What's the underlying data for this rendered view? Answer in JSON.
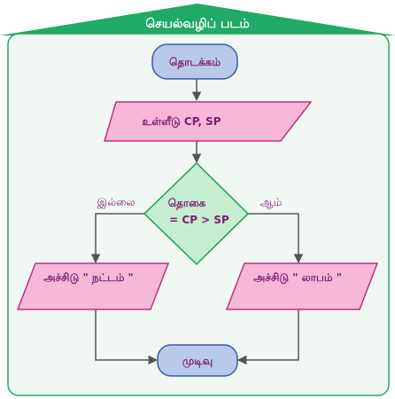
{
  "title": "செயல்வழிப் படம்",
  "colors": {
    "frame_green": "#1faa66",
    "panel_bg": "#f1f8f3",
    "terminal_fill": "#b9c9ea",
    "terminal_stroke": "#3a5aa6",
    "io_fill": "#f7b8d8",
    "io_stroke": "#c0307e",
    "decision_fill": "#c6ecd2",
    "decision_stroke": "#1f9a55",
    "text": "#7a1f6f",
    "arrow": "#555555"
  },
  "nodes": {
    "start": {
      "label": "தொடக்கம்",
      "shape": "terminal"
    },
    "input": {
      "label": "உள்ளீடு CP, SP",
      "shape": "parallelogram"
    },
    "decision": {
      "line1": "தொகை",
      "line2": "= CP > SP",
      "shape": "diamond"
    },
    "print_loss": {
      "label": "அச்சிடு \" நட்டம் \"",
      "shape": "parallelogram"
    },
    "print_profit": {
      "label": "அச்சிடு \" லாபம் \"",
      "shape": "parallelogram"
    },
    "end": {
      "label": "முடிவு",
      "shape": "terminal"
    }
  },
  "edges": {
    "no_label": "இல்லை",
    "yes_label": "ஆம்"
  }
}
